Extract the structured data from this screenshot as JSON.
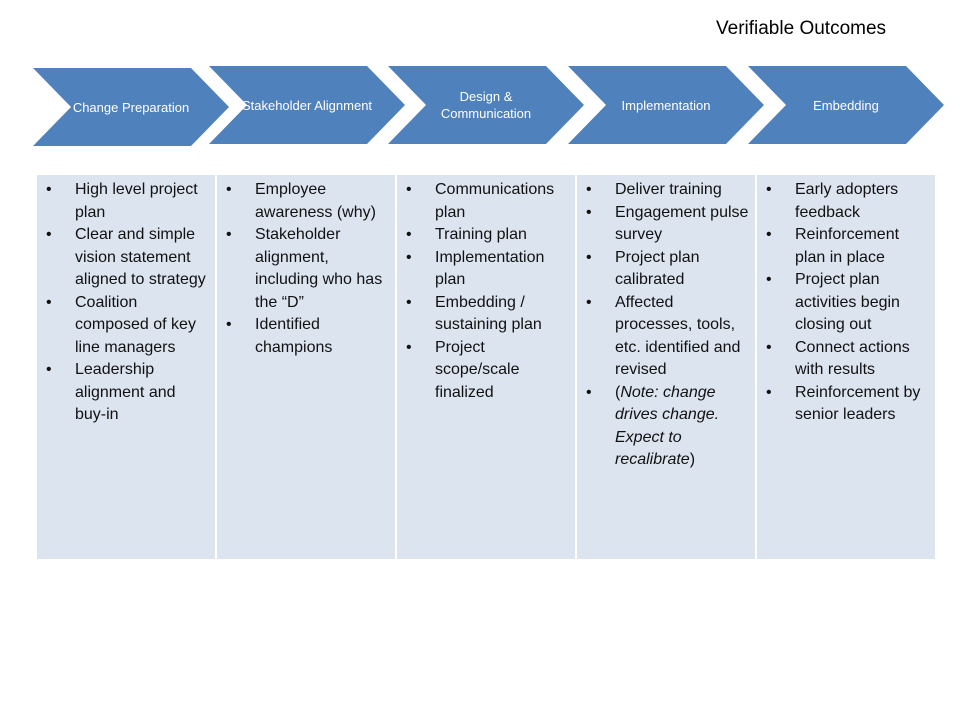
{
  "title": "Verifiable Outcomes",
  "accent_color": "#4f81bd",
  "phases": [
    {
      "label": "Change Preparation",
      "items": [
        "High level project plan",
        "Clear and simple vision statement aligned to strategy",
        "Coalition composed of key line managers",
        "Leadership alignment and buy-in"
      ]
    },
    {
      "label": "Stakeholder Alignment",
      "items": [
        "Employee awareness (why)",
        "Stakeholder alignment, including who has the “D”",
        "Identified champions"
      ]
    },
    {
      "label": "Design & Communication",
      "items": [
        "Communications plan",
        "Training plan",
        "Implementation plan",
        "Embedding / sustaining plan",
        "Project scope/scale finalized"
      ]
    },
    {
      "label": "Implementation",
      "items": [
        "Deliver training",
        "Engagement pulse survey",
        "Project plan calibrated",
        "Affected processes, tools, etc. identified and revised"
      ],
      "note": {
        "open": "(",
        "italic": "Note: change drives change. Expect to recalibrate",
        "close": ")"
      }
    },
    {
      "label": "Embedding",
      "items": [
        "Early adopters feedback",
        "Reinforcement plan in place",
        "Project plan activities begin closing out",
        "Connect actions with results",
        "Reinforcement by senior leaders"
      ]
    }
  ]
}
